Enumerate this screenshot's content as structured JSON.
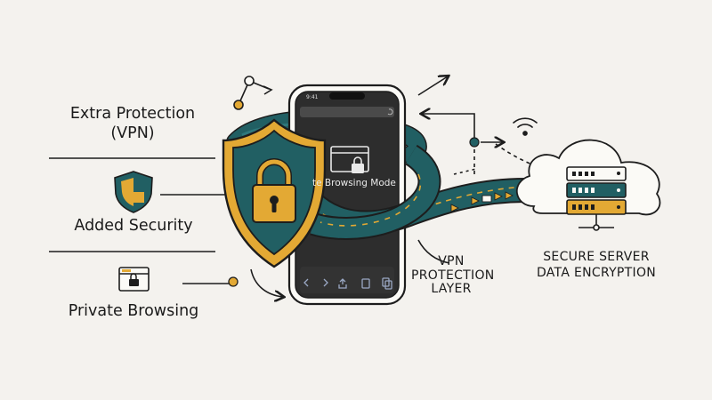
{
  "left_panel": {
    "extra_protection_line1": "Extra Protection",
    "extra_protection_line2": "(VPN)",
    "added_security": "Added Security",
    "private_browsing": "Private Browsing"
  },
  "phone": {
    "status_time": "9:41",
    "screen_label": "te Browsing Mode"
  },
  "vpn_label": {
    "line1": "VPN",
    "line2": "PROTECTION",
    "line3": "LAYER"
  },
  "server_label": {
    "line1": "SECURE SERVER",
    "line2": "DATA ENCRYPTION"
  },
  "colors": {
    "teal": "#215f63",
    "dark_teal": "#1b4c50",
    "gold": "#e3a934",
    "outline": "#1d1d1d",
    "background": "#f4f2ee"
  },
  "icons": [
    "shield-icon",
    "padlock-icon",
    "browser-lock-icon",
    "wifi-icon",
    "cloud-icon",
    "server-icon"
  ]
}
